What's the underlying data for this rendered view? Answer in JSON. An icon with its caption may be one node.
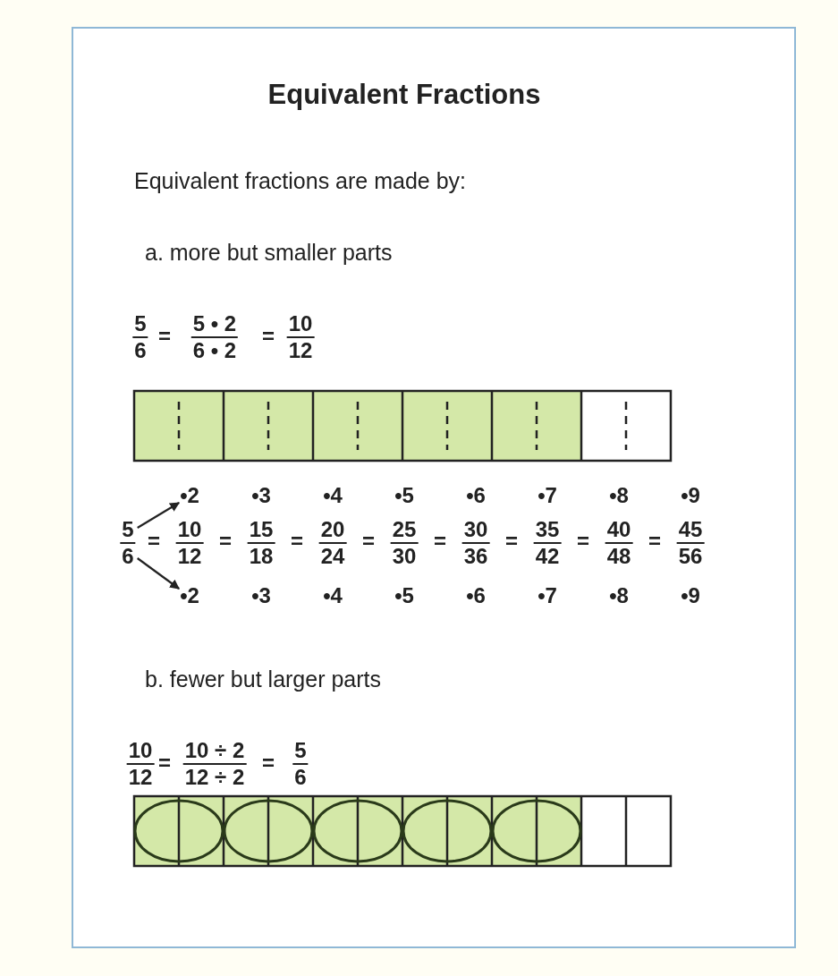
{
  "diagram": {
    "title": "Equivalent Fractions",
    "nodes": [
      {
        "text": [
          "5",
          "6"
        ]
      },
      {
        "text": [
          "•2"
        ]
      },
      {
        "text": [
          "•2"
        ]
      }
    ],
    "edges": [
      {
        "from": 0,
        "to": 1,
        "arrow": "to"
      },
      {
        "from": 0,
        "to": 2,
        "arrow": "to"
      }
    ],
    "labels": [
      "Equivalent fractions are made by:",
      "a. more but smaller parts",
      "5",
      "6",
      "=",
      "5 • 2",
      "6 • 2",
      "=",
      "10",
      "12",
      "=",
      "10",
      "12",
      "•3",
      "=",
      "15",
      "18",
      "•3",
      "•4",
      "=",
      "20",
      "24",
      "•4",
      "•5",
      "=",
      "25",
      "30",
      "•5",
      "•6",
      "=",
      "30",
      "36",
      "•6",
      "•7",
      "=",
      "35",
      "42",
      "•7",
      "•8",
      "=",
      "40",
      "48",
      "•8",
      "•9",
      "=",
      "45",
      "56",
      "•9",
      "b. fewer but larger parts",
      "10",
      "12",
      "=",
      "10 ÷ 2",
      "12 ÷ 2",
      "=",
      "5",
      "6"
    ]
  }
}
